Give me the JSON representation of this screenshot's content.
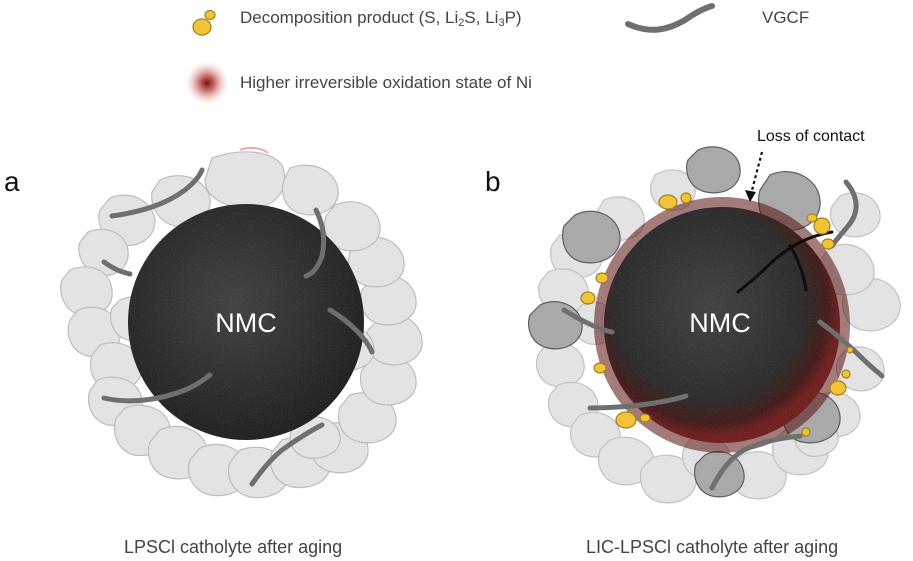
{
  "legend": {
    "decomposition_prefix": "Decomposition product (S, Li",
    "decomposition_sub1": "2",
    "decomposition_mid": "S, Li",
    "decomposition_sub2": "3",
    "decomposition_suffix": "P)",
    "vgcf": "VGCF",
    "oxidation": "Higher irreversible oxidation state of Ni"
  },
  "panels": {
    "a": {
      "letter": "a",
      "core_label": "NMC",
      "caption": "LPSCl catholyte after aging"
    },
    "b": {
      "letter": "b",
      "core_label": "NMC",
      "caption": "LIC-LPSCl catholyte after aging",
      "annotation": "Loss of contact"
    }
  },
  "colors": {
    "particle_light": "#e3e3e3",
    "particle_dark": "#a9a9a9",
    "decomposition": "#f2c23a",
    "fiber": "#6f6f6f",
    "core": "#1c1c1c",
    "oxidation": "#8b1212"
  },
  "icons": [
    "decomposition-product-icon",
    "vgcf-fiber-icon",
    "oxidation-glow-icon",
    "arrow-down-icon"
  ]
}
